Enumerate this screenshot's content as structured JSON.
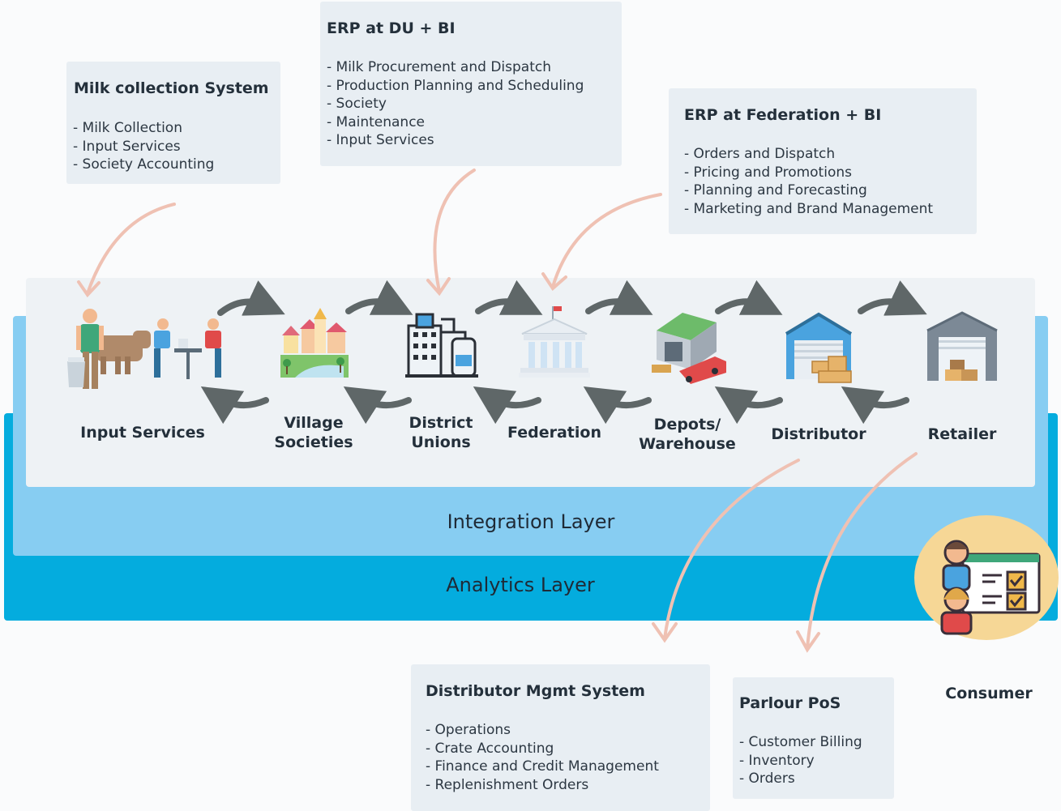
{
  "boxes": {
    "milk_collection": {
      "title": "Milk collection System",
      "items": [
        "- Milk Collection",
        "- Input Services",
        "- Society Accounting"
      ]
    },
    "erp_du": {
      "title": "ERP at DU + BI",
      "items": [
        "- Milk Procurement and Dispatch",
        "- Production Planning and Scheduling",
        "- Society",
        "- Maintenance",
        "- Input Services"
      ]
    },
    "erp_federation": {
      "title": "ERP at Federation + BI",
      "items": [
        "- Orders and Dispatch",
        "- Pricing and Promotions",
        "- Planning and Forecasting",
        "- Marketing and Brand Management"
      ]
    },
    "distributor_mgmt": {
      "title": "Distributor Mgmt System",
      "items": [
        "- Operations",
        "- Crate Accounting",
        "- Finance and Credit Management",
        "- Replenishment Orders"
      ]
    },
    "parlour_pos": {
      "title": "Parlour PoS",
      "items": [
        "- Customer Billing",
        "- Inventory",
        "- Orders"
      ]
    }
  },
  "stages": [
    {
      "id": "input-services",
      "label": "Input Services",
      "icon": "farmer-cow-meeting-icon"
    },
    {
      "id": "village-societies",
      "label": "Village\nSocieties",
      "icon": "village-icon"
    },
    {
      "id": "district-unions",
      "label": "District\nUnions",
      "icon": "dairy-plant-icon"
    },
    {
      "id": "federation",
      "label": "Federation",
      "icon": "federation-building-icon"
    },
    {
      "id": "depots-warehouse",
      "label": "Depots/\nWarehouse",
      "icon": "warehouse-truck-icon"
    },
    {
      "id": "distributor",
      "label": "Distributor",
      "icon": "distributor-icon"
    },
    {
      "id": "retailer",
      "label": "Retailer",
      "icon": "retailer-store-icon"
    }
  ],
  "layers": {
    "integration": "Integration Layer",
    "analytics": "Analytics Layer"
  },
  "consumer": {
    "label": "Consumer",
    "icon": "consumer-icon"
  },
  "colors": {
    "box_bg": "#e8eef3",
    "integration_layer": "#87cdf2",
    "analytics_layer": "#04acde",
    "flow_arrow": "#5f6768",
    "pink_arrow": "#efc1b3",
    "consumer_circle": "#f6d796"
  }
}
